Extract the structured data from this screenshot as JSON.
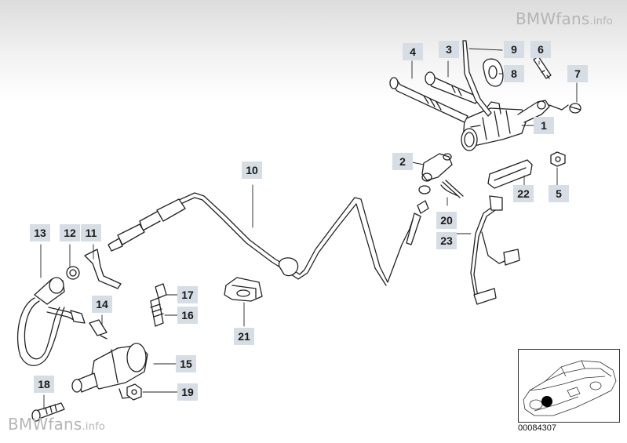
{
  "watermark": {
    "brand": "BMWfans",
    "suffix": ".info"
  },
  "callouts": [
    {
      "id": "1",
      "label": "1"
    },
    {
      "id": "2",
      "label": "2"
    },
    {
      "id": "3",
      "label": "3"
    },
    {
      "id": "4",
      "label": "4"
    },
    {
      "id": "5",
      "label": "5"
    },
    {
      "id": "6",
      "label": "6"
    },
    {
      "id": "7",
      "label": "7"
    },
    {
      "id": "8",
      "label": "8"
    },
    {
      "id": "9",
      "label": "9"
    },
    {
      "id": "10",
      "label": "10"
    },
    {
      "id": "11",
      "label": "11"
    },
    {
      "id": "12",
      "label": "12"
    },
    {
      "id": "13",
      "label": "13"
    },
    {
      "id": "14",
      "label": "14"
    },
    {
      "id": "15",
      "label": "15"
    },
    {
      "id": "16",
      "label": "16"
    },
    {
      "id": "17",
      "label": "17"
    },
    {
      "id": "18",
      "label": "18"
    },
    {
      "id": "19",
      "label": "19"
    },
    {
      "id": "20",
      "label": "20"
    },
    {
      "id": "21",
      "label": "21"
    },
    {
      "id": "22",
      "label": "22"
    },
    {
      "id": "23",
      "label": "23"
    }
  ],
  "doc_number": "00084307"
}
